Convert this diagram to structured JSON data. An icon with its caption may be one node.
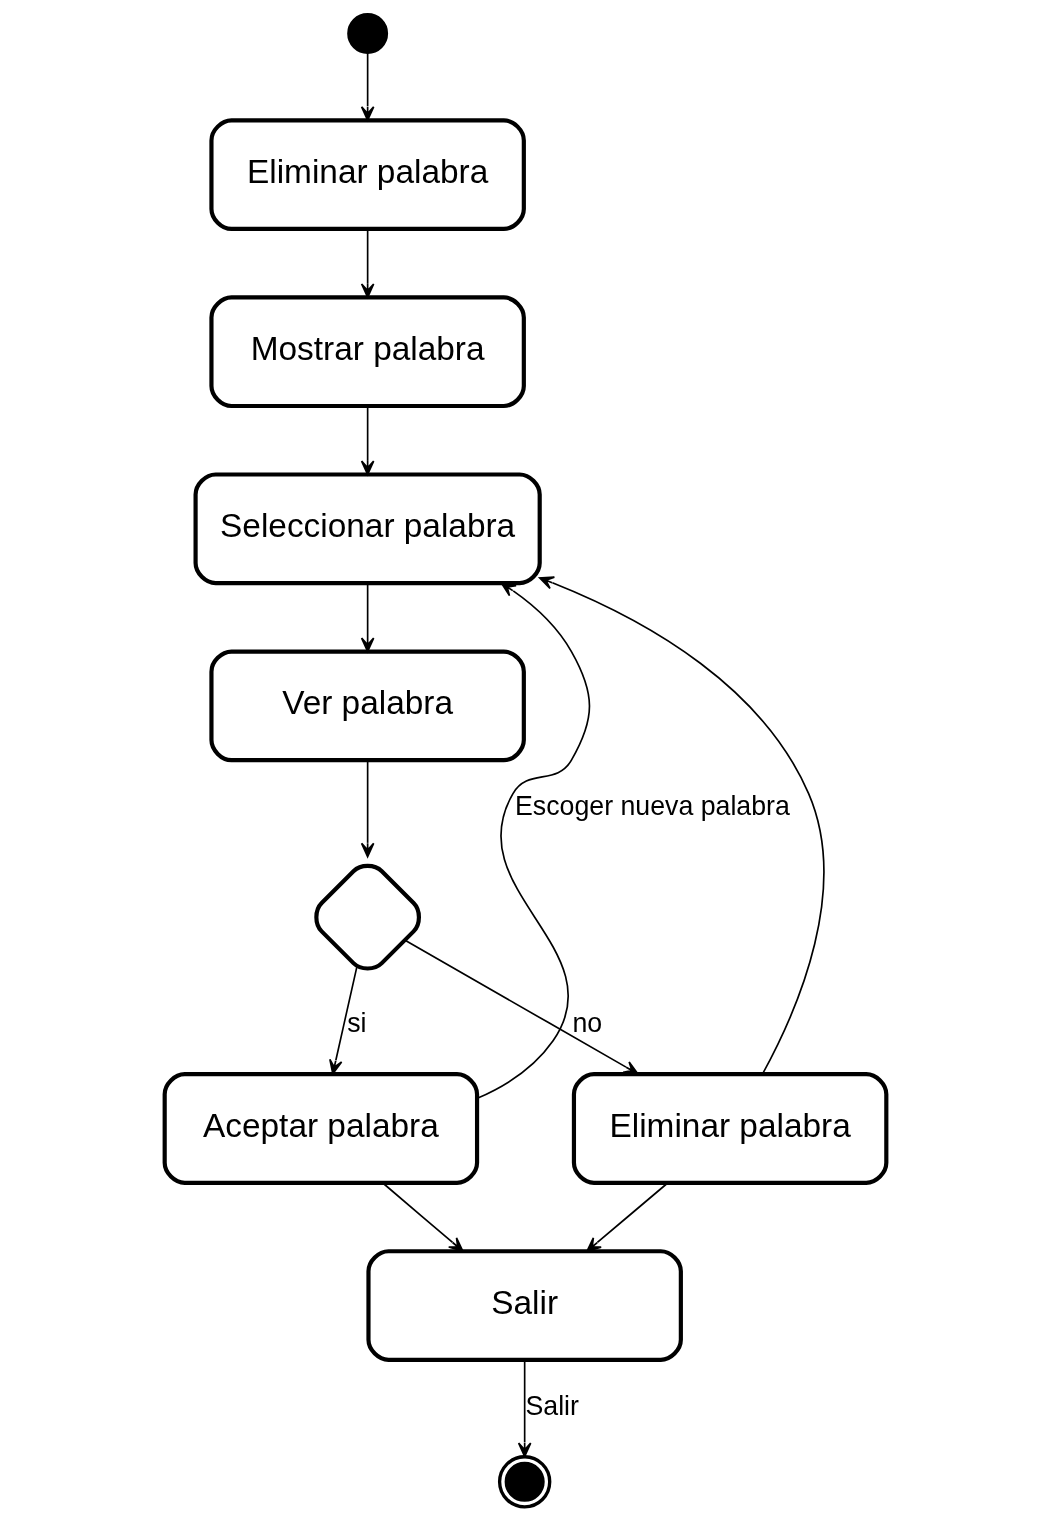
{
  "diagram": {
    "nodes": [
      {
        "text": [],
        "shape": "circle"
      },
      {
        "text": [
          "Eliminar palabra"
        ]
      },
      {
        "text": [
          "Mostrar palabra"
        ]
      },
      {
        "text": [
          "Seleccionar palabra"
        ]
      },
      {
        "text": [
          "Ver palabra"
        ]
      },
      {
        "text": [],
        "shape": "diamond"
      },
      {
        "text": [
          "Aceptar palabra"
        ]
      },
      {
        "text": [
          "Eliminar palabra"
        ]
      },
      {
        "text": [
          "Salir"
        ]
      },
      {
        "text": [],
        "shape": "bullseye"
      }
    ],
    "edges": [
      {
        "from": 0,
        "to": 1,
        "arrow": "to"
      },
      {
        "from": 1,
        "to": 2,
        "arrow": "to"
      },
      {
        "from": 2,
        "to": 3,
        "arrow": "to"
      },
      {
        "from": 3,
        "to": 4,
        "arrow": "to"
      },
      {
        "from": 4,
        "to": 5,
        "arrow": "to"
      },
      {
        "from": 5,
        "to": 6,
        "arrow": "to",
        "label": "si"
      },
      {
        "from": 5,
        "to": 7,
        "arrow": "to",
        "label": "no"
      },
      {
        "from": 6,
        "to": 8,
        "arrow": "to"
      },
      {
        "from": 7,
        "to": 8,
        "arrow": "to"
      },
      {
        "from": 6,
        "to": 3,
        "arrow": "to",
        "label": "Escoger nueva palabra"
      },
      {
        "from": 7,
        "to": 3,
        "arrow": "to"
      },
      {
        "from": 8,
        "to": 9,
        "arrow": "to",
        "label": "Salir"
      }
    ]
  }
}
